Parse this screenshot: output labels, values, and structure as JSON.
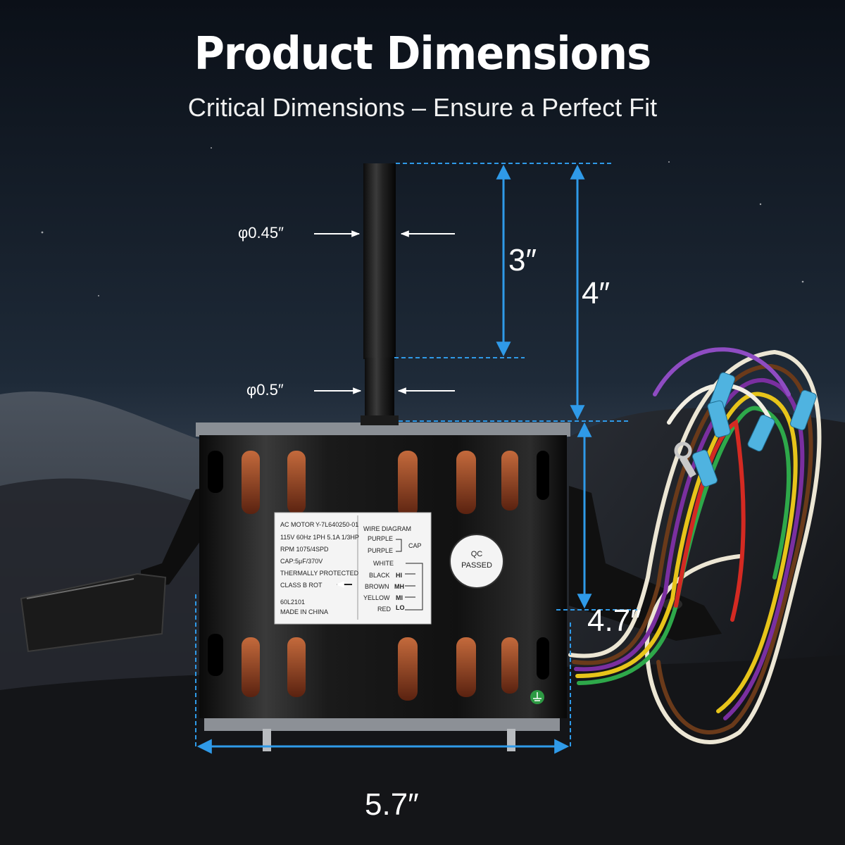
{
  "header": {
    "title": "Product Dimensions",
    "subtitle": "Critical Dimensions – Ensure a Perfect Fit"
  },
  "dimensions": {
    "shaft_top_dia": "φ0.45″",
    "shaft_base_dia": "φ0.5″",
    "shaft_flat_len": "3″",
    "shaft_total_len": "4″",
    "body_height": "4.7″",
    "body_width": "5.7″"
  },
  "label_plate": {
    "model_prefix": "AC MOTOR",
    "model": "Y-7L640250-01",
    "spec1": "115V 60Hz  1PH  5.1A 1/3HP",
    "spec2": "RPM 1075/4SPD",
    "spec3": "CAP:5μF/370V",
    "spec4": "THERMALLY  PROTECTED",
    "spec5": "CLASS B   ROT",
    "code": "60L2101",
    "origin": "MADE IN CHINA",
    "wire_title": "WIRE DIAGRAM",
    "wires": [
      "PURPLE",
      "PURPLE",
      "WHITE",
      "BLACK",
      "BROWN",
      "YELLOW",
      "RED"
    ],
    "cap": "CAP",
    "speeds": [
      "HI",
      "MH",
      "MI",
      "LO"
    ]
  },
  "qc": {
    "line1": "QC",
    "line2": "PASSED"
  },
  "colors": {
    "accent": "#2f9ae8",
    "motor": "#141414",
    "copper": "#8a3c1c"
  }
}
